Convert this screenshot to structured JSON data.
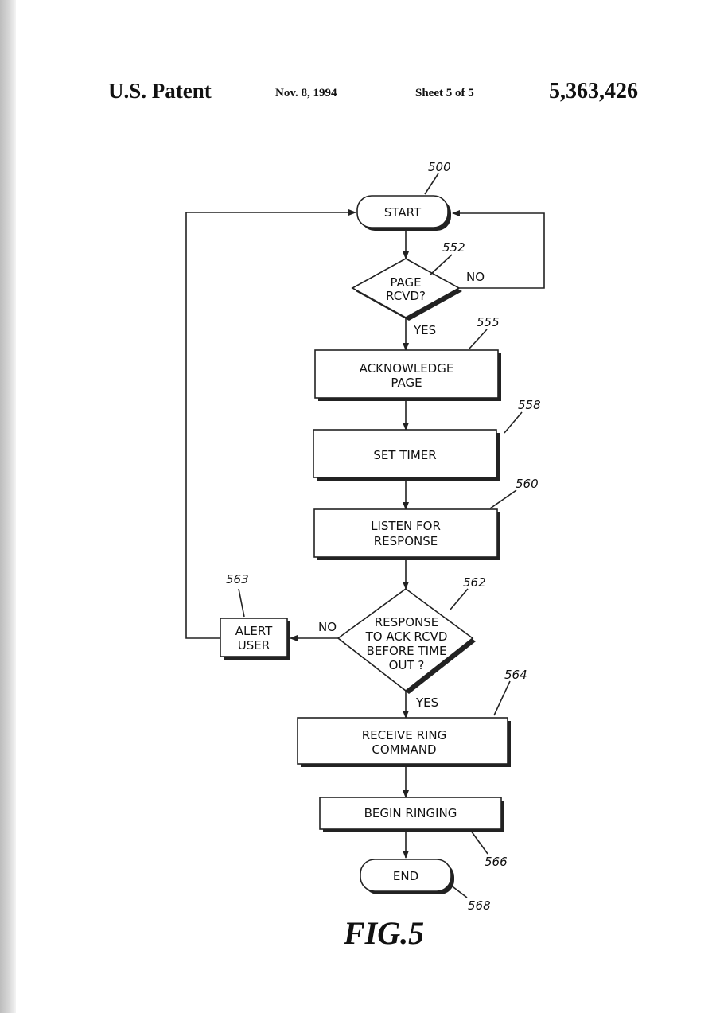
{
  "header": {
    "patent_label": "U.S. Patent",
    "date": "Nov. 8, 1994",
    "sheet": "Sheet 5 of 5",
    "patent_number": "5,363,426"
  },
  "flowchart": {
    "start": {
      "label": "START",
      "ref": "500"
    },
    "page_rcvd": {
      "line1": "PAGE",
      "line2": "RCVD?",
      "ref": "552",
      "no_label": "NO",
      "yes_label": "YES"
    },
    "acknowledge": {
      "line1": "ACKNOWLEDGE",
      "line2": "PAGE",
      "ref": "555"
    },
    "set_timer": {
      "label": "SET  TIMER",
      "ref": "558"
    },
    "listen": {
      "line1": "LISTEN  FOR",
      "line2": "RESPONSE",
      "ref": "560"
    },
    "response_check": {
      "line1": "RESPONSE",
      "line2": "TO  ACK  RCVD",
      "line3": "BEFORE  TIME",
      "line4": "OUT  ?",
      "ref": "562",
      "no_label": "NO",
      "yes_label": "YES"
    },
    "alert_user": {
      "line1": "ALERT",
      "line2": "USER",
      "ref": "563"
    },
    "receive_ring": {
      "line1": "RECEIVE  RING",
      "line2": "COMMAND",
      "ref": "564"
    },
    "begin_ringing": {
      "label": "BEGIN  RINGING",
      "ref": "566"
    },
    "end": {
      "label": "END",
      "ref": "568"
    }
  },
  "figure_label": "FIG.5"
}
